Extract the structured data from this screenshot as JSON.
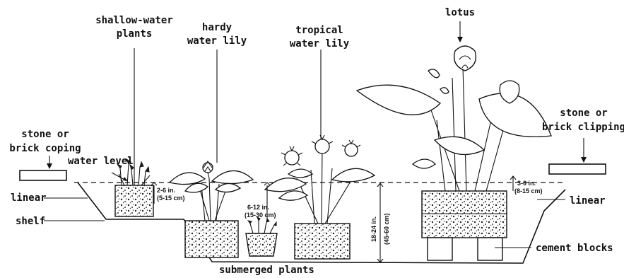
{
  "labels": {
    "shallow_water_plants": [
      "shallow-water",
      "plants"
    ],
    "hardy_water_lily": [
      "hardy",
      "water lily"
    ],
    "tropical_water_lily": [
      "tropical",
      "water lily"
    ],
    "lotus": "lotus",
    "stone_left": [
      "stone or",
      "brick coping"
    ],
    "stone_right": [
      "stone or",
      "brick clipping"
    ],
    "water_level": "water level",
    "linear_left": "linear",
    "linear_right": "linear",
    "shelf": "shelf",
    "submerged_plants": "submerged plants",
    "cement_blocks": "cement blocks"
  },
  "dimensions": {
    "shelf_depth": [
      "2-6 in.",
      "(5-15 cm)"
    ],
    "lily_depth": [
      "6-12 in.",
      "(15-30 cm)"
    ],
    "pond_depth": [
      "18-24 in.",
      "(45-60 cm)"
    ],
    "lotus_depth": [
      "3-6 in.",
      "(8-15 cm)"
    ]
  },
  "colors": {
    "ink": "#111111",
    "background": "#ffffff"
  }
}
